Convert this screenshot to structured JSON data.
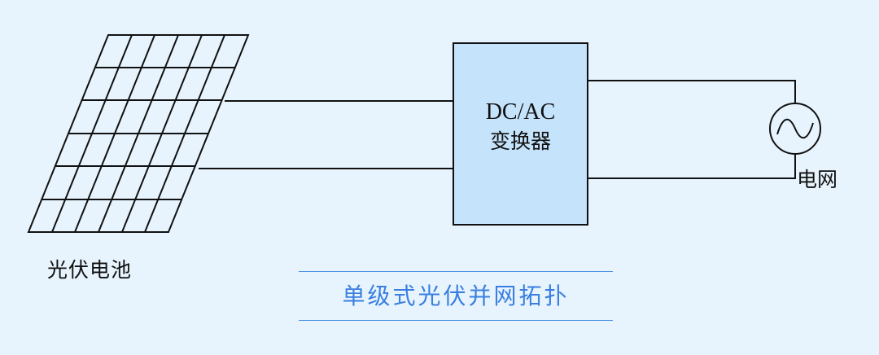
{
  "converter": {
    "line1": "DC/AC",
    "line2": "变换器"
  },
  "pv_panel_label": "光伏电池",
  "grid_label": "电网",
  "caption": "单级式光伏并网拓扑",
  "colors": {
    "background": "#e7f4fd",
    "converter_fill": "#c5e3fb",
    "caption_text": "#3a7fe0",
    "caption_rule": "#4a8ee6",
    "stroke": "#111111"
  },
  "icons": {
    "ac_source": "sine-wave-in-circle-icon"
  }
}
